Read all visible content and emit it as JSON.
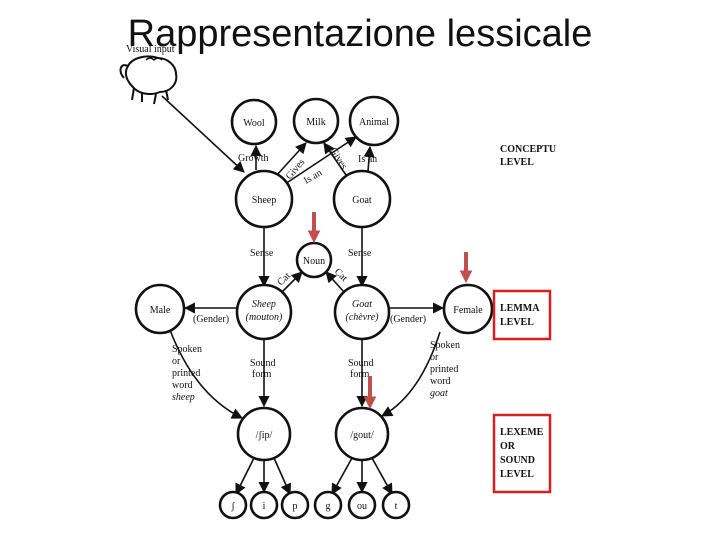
{
  "slide": {
    "title": "Rappresentazione lessicale",
    "visual_input": "Visual input"
  },
  "levels": {
    "conceptual": [
      "CONCEPTU",
      "LEVEL"
    ],
    "lemma": [
      "LEMMA",
      "LEVEL"
    ],
    "lexeme": [
      "LEXEME",
      "OR",
      "SOUND",
      "LEVEL"
    ]
  },
  "nodes": {
    "wool": "Wool",
    "milk": "Milk",
    "animal": "Animal",
    "sheep_concept": "Sheep",
    "goat_concept": "Goat",
    "noun": "Noun",
    "male": "Male",
    "sheep_lemma": [
      "Sheep",
      "(mouton)"
    ],
    "goat_lemma": [
      "Goat",
      "(chèvre)"
    ],
    "female": "Female",
    "sheep_lexeme": "/ʃip/",
    "goat_lexeme": "/gout/",
    "phonemes": [
      "ʃ",
      "i",
      "p",
      "g",
      "ou",
      "t"
    ]
  },
  "edges": {
    "growth": "Growth",
    "gives_1": "Gives",
    "gives_2": "Gives",
    "is_an_1": "Is an",
    "is_an_2": "Is an",
    "sense_1": "Sense",
    "sense_2": "Sense",
    "cat_1": "Cat",
    "cat_2": "Cat",
    "gender_1": "(Gender)",
    "gender_2": "(Gender)",
    "sound_form_1": [
      "Sound",
      "form"
    ],
    "sound_form_2": [
      "Sound",
      "form"
    ],
    "spoken_sheep": [
      "Spoken",
      "or",
      "printed",
      "word",
      "sheep"
    ],
    "spoken_goat": [
      "Spoken",
      "or",
      "printed",
      "word",
      "goat"
    ]
  },
  "colors": {
    "highlight": "#d62020",
    "arrow": "#c0504d",
    "ink": "#111111"
  },
  "icons": {
    "animal": "sheep-sketch-icon"
  }
}
